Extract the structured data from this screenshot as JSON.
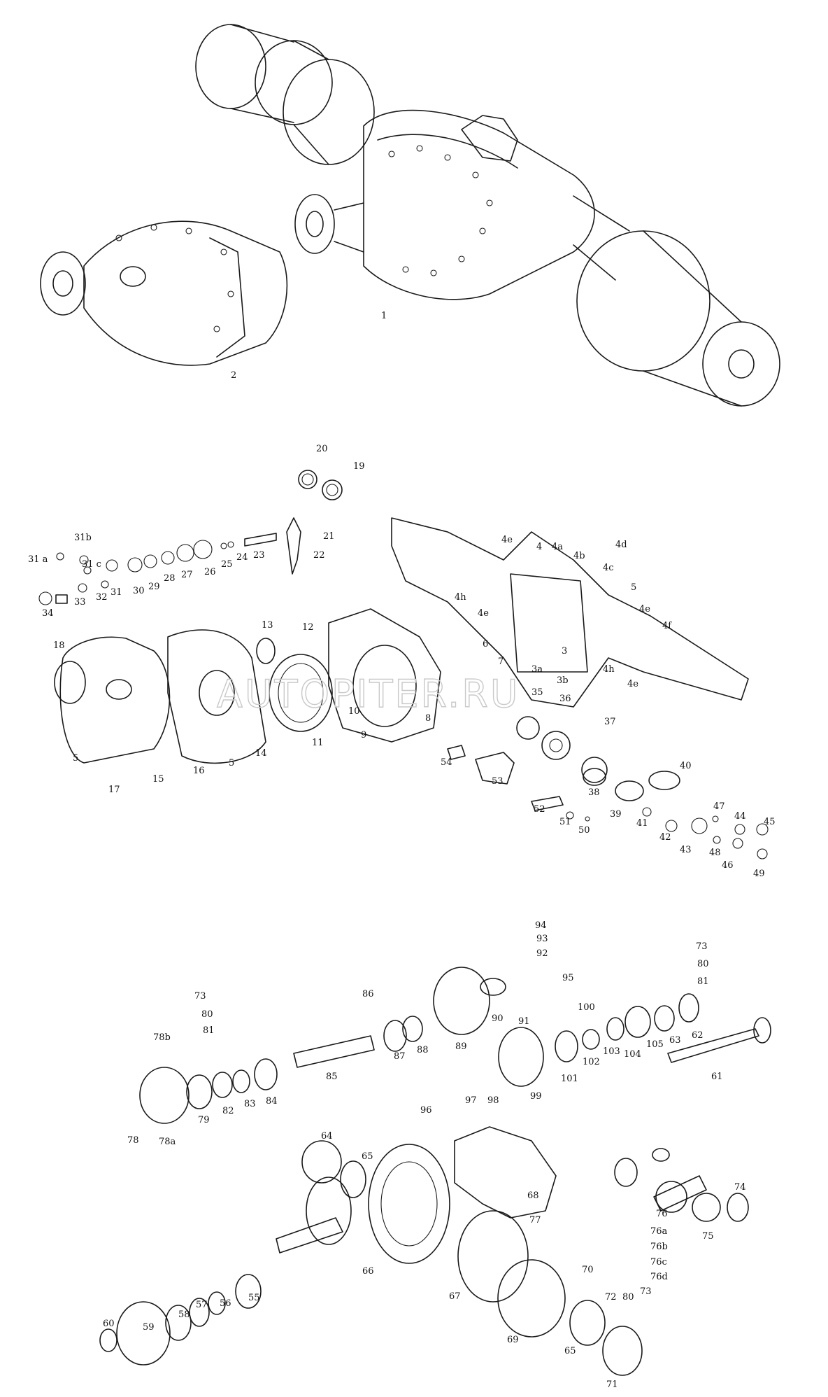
{
  "watermark": "AUTOPITER.RU",
  "labels": {
    "asm_1": "1",
    "asm_2": "2",
    "p20": "20",
    "p19": "19",
    "p21": "21",
    "p22": "22",
    "p23": "23",
    "p24": "24",
    "p25": "25",
    "p26": "26",
    "p27": "27",
    "p28": "28",
    "p29": "29",
    "p30": "30",
    "p31": "31",
    "p31a": "31 a",
    "p31b": "31b",
    "p31c": "31 c",
    "p32": "32",
    "p33": "33",
    "p34": "34",
    "p18": "18",
    "p13": "13",
    "p12": "12",
    "p10": "10",
    "p9": "9",
    "p11": "11",
    "p14": "14",
    "p15": "15",
    "p16": "16",
    "p17": "17",
    "p5a": "5",
    "p5b": "5",
    "p5c": "5",
    "p4e1": "4e",
    "p4": "4",
    "p4a": "4a",
    "p4b": "4b",
    "p4c": "4c",
    "p4d": "4d",
    "p4h1": "4h",
    "p4e2": "4e",
    "p4e3": "4e",
    "p4f": "4f",
    "p4h2": "4h",
    "p4e4": "4e",
    "p3": "3",
    "p3a": "3a",
    "p3b": "3b",
    "p6": "6",
    "p7": "7",
    "p8": "8",
    "p35": "35",
    "p36": "36",
    "p37": "37",
    "p54": "54",
    "p53": "53",
    "p38": "38",
    "p40": "40",
    "p39": "39",
    "p41": "41",
    "p52": "52",
    "p51": "51",
    "p50": "50",
    "p42": "42",
    "p43": "43",
    "p47": "47",
    "p44": "44",
    "p45": "45",
    "p48": "48",
    "p46": "46",
    "p49": "49",
    "p94": "94",
    "p93": "93",
    "p92": "92",
    "p95": "95",
    "p73a": "73",
    "p80a": "80",
    "p81a": "81",
    "p86": "86",
    "p100": "100",
    "p73b": "73",
    "p80b": "80",
    "p81b": "81",
    "p78b": "78b",
    "p87": "87",
    "p88": "88",
    "p89": "89",
    "p90": "90",
    "p91": "91",
    "p85": "85",
    "p84": "84",
    "p83": "83",
    "p82": "82",
    "p79": "79",
    "p78": "78",
    "p78a": "78a",
    "p96": "96",
    "p97": "97",
    "p98": "98",
    "p99": "99",
    "p101": "101",
    "p102": "102",
    "p103": "103",
    "p104": "104",
    "p105": "105",
    "p63": "63",
    "p62": "62",
    "p61": "61",
    "p64": "64",
    "p65a": "65",
    "p77": "77",
    "p76": "76",
    "p74": "74",
    "p75": "75",
    "p76a": "76a",
    "p76b": "76b",
    "p76c": "76c",
    "p76d": "76d",
    "p68": "68",
    "p66": "66",
    "p67": "67",
    "p70": "70",
    "p72": "72",
    "p80c": "80",
    "p73c": "73",
    "p69": "69",
    "p65b": "65",
    "p71": "71",
    "p55": "55",
    "p56": "56",
    "p57": "57",
    "p58": "58",
    "p59": "59",
    "p60": "60"
  }
}
